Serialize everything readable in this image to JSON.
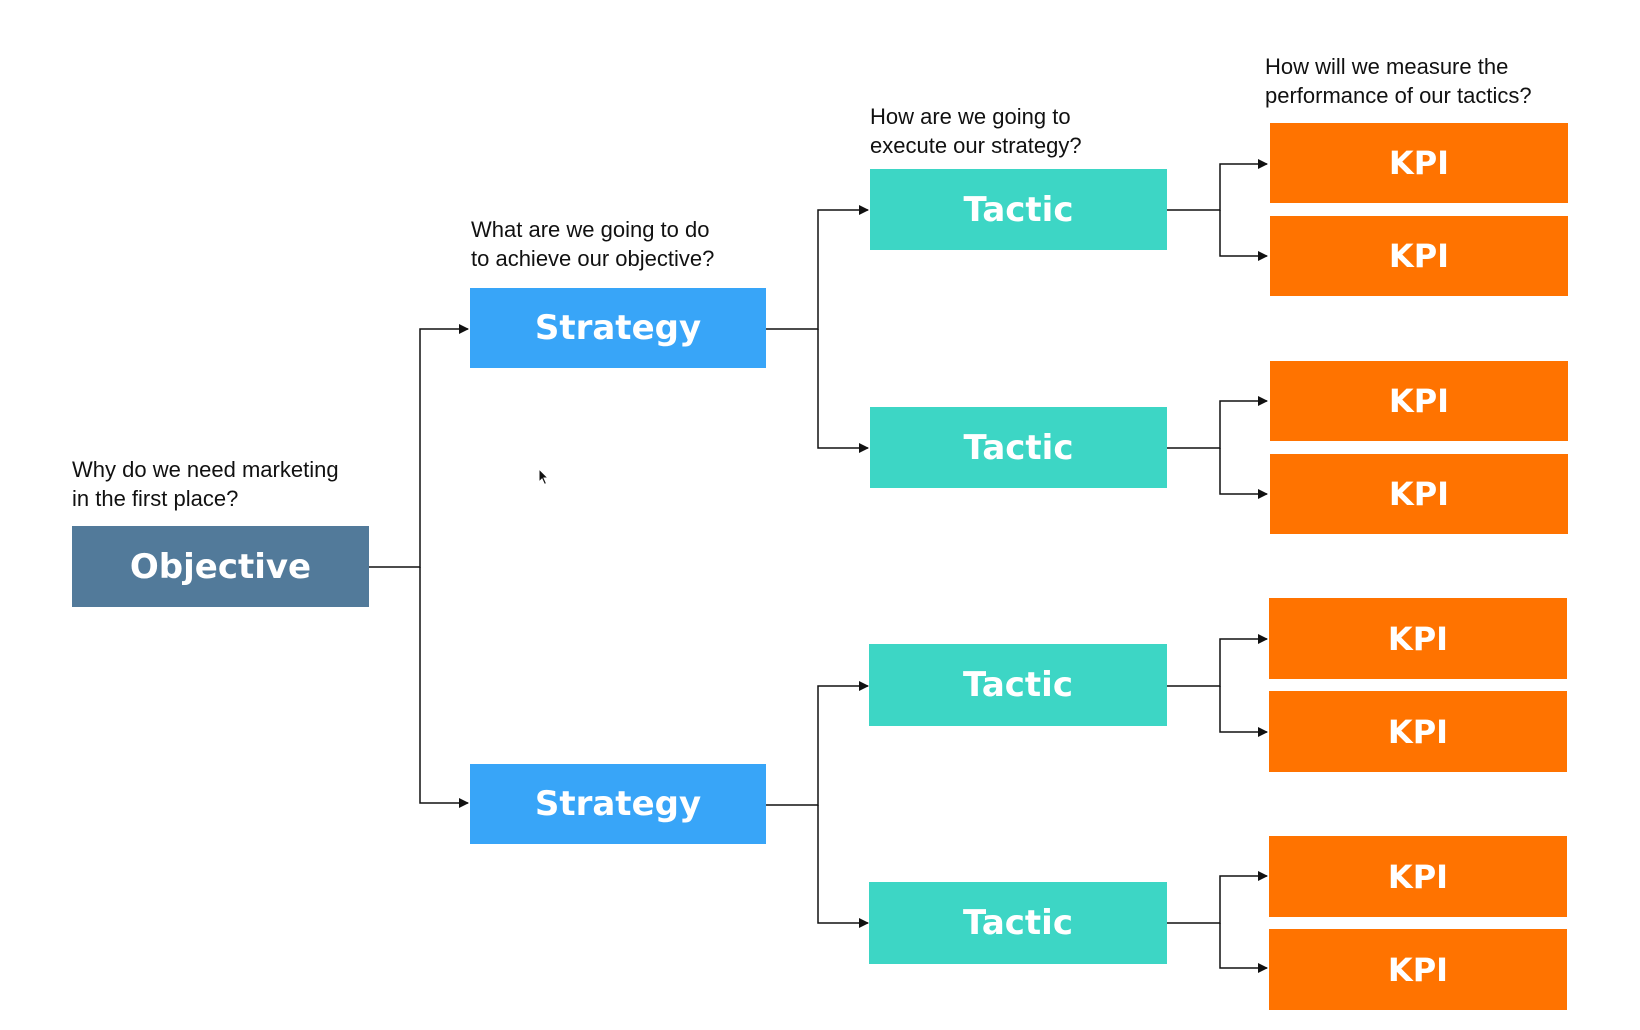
{
  "colors": {
    "objective": "#527A9A",
    "strategy": "#38A5F8",
    "tactic": "#3DD6C5",
    "kpi": "#FF7300",
    "connector": "#111111"
  },
  "questions": {
    "objective": [
      "Why do we need marketing",
      "in the first place?"
    ],
    "strategy": [
      "What are we going to do",
      "to achieve our objective?"
    ],
    "tactic": [
      "How are we going to",
      "execute our strategy?"
    ],
    "kpi": [
      "How will we measure the",
      "performance of our tactics?"
    ]
  },
  "objective": {
    "label": "Objective"
  },
  "strategies": [
    {
      "label": "Strategy"
    },
    {
      "label": "Strategy"
    }
  ],
  "tactics": [
    {
      "label": "Tactic"
    },
    {
      "label": "Tactic"
    },
    {
      "label": "Tactic"
    },
    {
      "label": "Tactic"
    }
  ],
  "kpis": [
    {
      "label": "KPI"
    },
    {
      "label": "KPI"
    },
    {
      "label": "KPI"
    },
    {
      "label": "KPI"
    },
    {
      "label": "KPI"
    },
    {
      "label": "KPI"
    },
    {
      "label": "KPI"
    },
    {
      "label": "KPI"
    }
  ]
}
